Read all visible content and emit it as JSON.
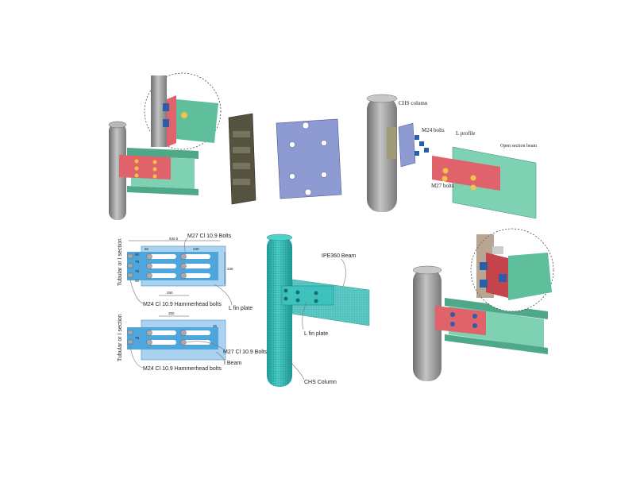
{
  "colors": {
    "beam": "#5fbf9c",
    "plate": "#e0626a",
    "column": "#9a9a9a",
    "bolt": "#2a5fa8",
    "mesh": "#2bb5b0",
    "drawing_plate": "#4ea6dc",
    "drawing_beam": "#a9d3f0"
  },
  "panel_a": {
    "caption": ""
  },
  "panel_c": {
    "column_label": "CHS column",
    "m24_label": "M24 bolts",
    "l_profile_label": "L profile",
    "beam_label": "Open section beam",
    "m27_label": "M27 bolts"
  },
  "drawing_top": {
    "side_label": "Tubular or I section",
    "m27_label": "M27 Cl 10.9 Bolts",
    "m24_label": "M24 Cl 10.9 Hammerhead bolts",
    "fin_label": "L fin plate",
    "dim_total": "630.5",
    "dim_edge": "50",
    "dim_slot": "230",
    "dim_height": "236",
    "dim_pitch": "250",
    "dim_v1": "50",
    "dim_v2": "75",
    "dim_v3": "75",
    "dim_v4": "50"
  },
  "drawing_bottom": {
    "side_label": "Tubular or I section",
    "m27_label": "M27 Cl 10.9 Bolts",
    "m24_label": "M24 Cl 10.9 Hammerhead bolts",
    "beam_label": "I Beam",
    "dim_pitch": "250",
    "dim_v": "75",
    "dim_right": "36"
  },
  "fe_model": {
    "beam_label": "IPE360 Beam",
    "fin_label": "L fin plate",
    "column_label": "CHS Column"
  }
}
